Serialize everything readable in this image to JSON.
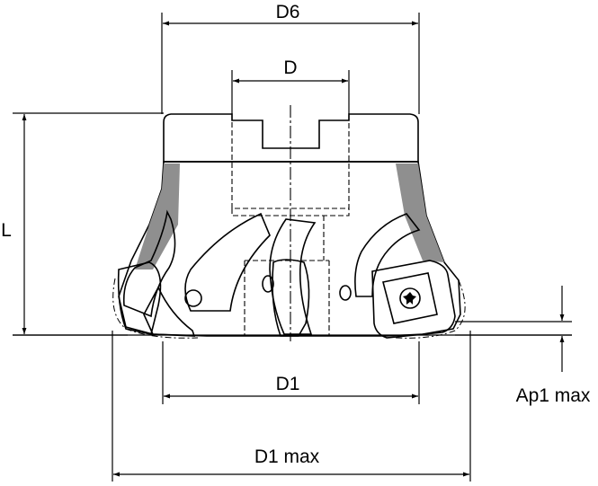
{
  "drawing": {
    "colors": {
      "body_fill": "#a9a9a9",
      "body_fill_dark": "#8f8f8f",
      "body_fill_light": "#c9c9c9",
      "insert_fill": "#d6d6d6",
      "line": "#000000"
    },
    "dimensions": {
      "d6": "D6",
      "d": "D",
      "l": "L",
      "d1": "D1",
      "d1_max": "D1 max",
      "ap1_max": "Ap1 max"
    }
  }
}
